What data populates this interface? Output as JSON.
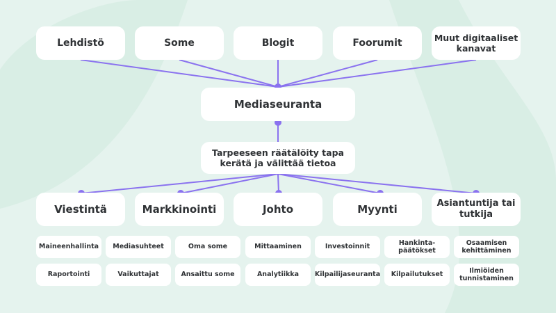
{
  "colors": {
    "background": "#e5f3ee",
    "background_shape": "#d3eadf",
    "connector": "#8a72ef",
    "box": "#ffffff",
    "text": "#2f3235"
  },
  "sources": [
    "Lehdistö",
    "Some",
    "Blogit",
    "Foorumit",
    "Muut digitaaliset\nkanavat"
  ],
  "center": {
    "title": "Mediaseuranta",
    "subtitle": "Tarpeeseen räätälöity tapa\nkerätä ja välittää tietoa"
  },
  "audiences": [
    "Viestintä",
    "Markkinointi",
    "Johto",
    "Myynti",
    "Asiantuntija tai\ntutkija"
  ],
  "uses_row1": [
    "Maineenhallinta",
    "Mediasuhteet",
    "Oma some",
    "Mittaaminen",
    "Investoinnit",
    "Hankinta-\npäätökset",
    "Osaamisen\nkehittäminen"
  ],
  "uses_row2": [
    "Raportointi",
    "Vaikuttajat",
    "Ansaittu some",
    "Analytiikka",
    "Kilpailijaseuranta",
    "Kilpailutukset",
    "Ilmiöiden\ntunnistaminen"
  ]
}
